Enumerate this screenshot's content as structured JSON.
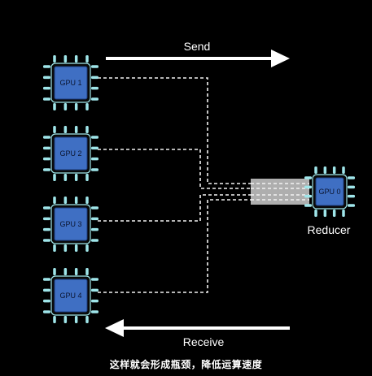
{
  "send_label": "Send",
  "receive_label": "Receive",
  "reducer_label": "Reducer",
  "gpus": [
    {
      "label": "GPU 1"
    },
    {
      "label": "GPU 2"
    },
    {
      "label": "GPU 3"
    },
    {
      "label": "GPU 4"
    }
  ],
  "reducer_gpu": {
    "label": "GPU 0"
  },
  "caption": "这样就会形成瓶颈，降低运算速度",
  "colors": {
    "background": "#000000",
    "chip_die": "#3f6fc3",
    "chip_pins": "#9fe6ea",
    "arrows": "#ffffff",
    "bottleneck_highlight": "#d9d9d9"
  }
}
